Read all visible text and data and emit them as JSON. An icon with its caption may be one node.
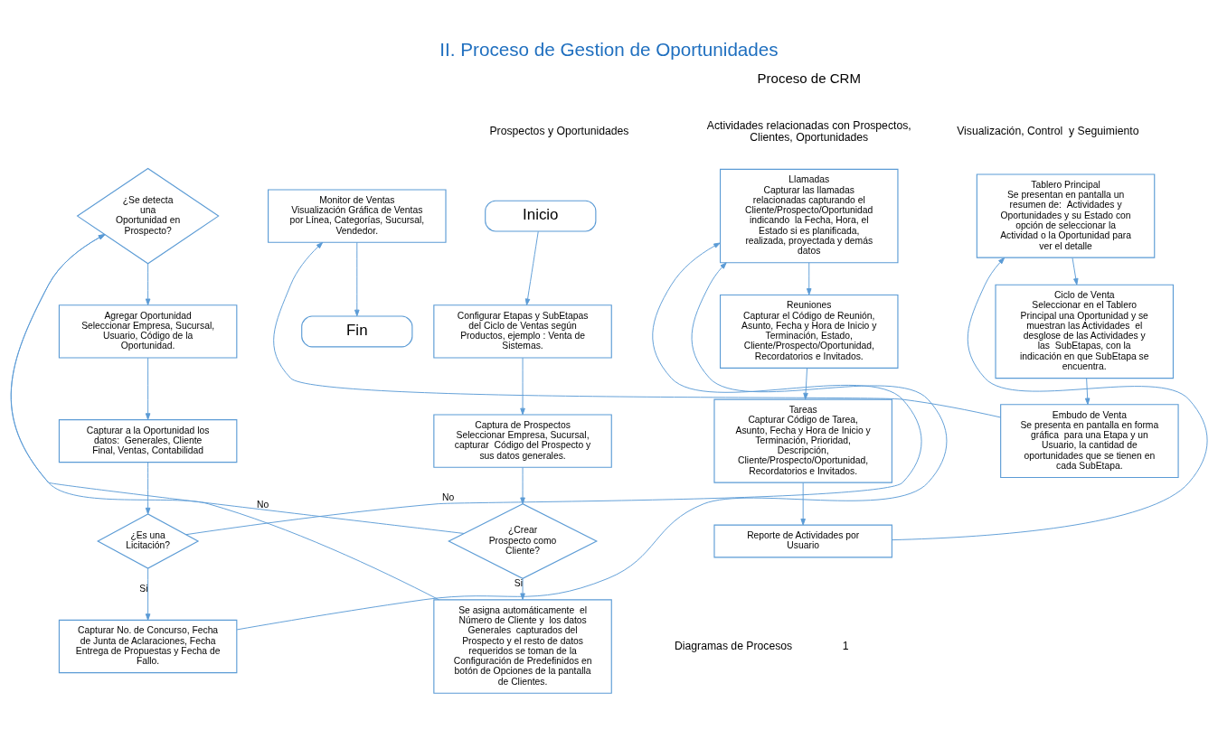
{
  "diagram": {
    "title": "II. Proceso de Gestion de Oportunidades",
    "nodes": [
      {
        "text": [
          "Inicio"
        ]
      },
      {
        "text": [
          "Configurar Etapas y SubEtapas del Ciclo de Ventas según Productos, ejemplo : Venta de Sistemas."
        ]
      },
      {
        "text": [
          "Captura de Prospectos",
          "Seleccionar Empresa, Sucursal, capturar  Código del Prospecto y sus datos generales."
        ]
      },
      {
        "text": [
          "¿Crear Prospecto como Cliente?"
        ]
      },
      {
        "text": [
          "Se asigna automáticamente  el Número de Cliente y  los datos Generales  capturados del Prospecto y el resto de datos requeridos se toman de la Configuración de Predefinidos en botón de Opciones de la pantalla de Clientes."
        ]
      },
      {
        "text": [
          "¿Se detecta una Oportunidad en Prospecto?"
        ]
      },
      {
        "text": [
          "Agregar Oportunidad",
          "Seleccionar Empresa, Sucursal, Usuario, Código de la Oportunidad."
        ]
      },
      {
        "text": [
          "Capturar a la Oportunidad los datos:  Generales, Cliente Final, Ventas, Contabilidad"
        ]
      },
      {
        "text": [
          "¿Es una Licitación?"
        ]
      },
      {
        "text": [
          "Capturar No. de Concurso, Fecha de Junta de Aclaraciones, Fecha Entrega de Propuestas y Fecha de Fallo."
        ]
      },
      {
        "text": [
          "Llamadas",
          "Capturar las llamadas relacionadas capturando el Cliente/Prospecto/Oportunidad indicando  la Fecha, Hora, el Estado si es planificada, realizada, proyectada y demás datos"
        ]
      },
      {
        "text": [
          "Reuniones",
          "Capturar el Código de Reunión, Asunto, Fecha y Hora de Inicio y Terminación, Estado, Cliente/Prospecto/Oportunidad, Recordatorios e Invitados."
        ]
      },
      {
        "text": [
          "Tareas",
          "Capturar Código de Tarea, Asunto, Fecha y Hora de Inicio y Terminación, Prioridad, Descripción, Cliente/Prospecto/Oportunidad, Recordatorios e Invitados."
        ]
      },
      {
        "text": [
          "Reporte de Actividades por Usuario"
        ]
      },
      {
        "text": [
          "Tablero Principal",
          "Se presentan en pantalla un resumen de:  Actividades y Oportunidades y su Estado con opción de seleccionar la Actividad o la Oportunidad para ver el detalle"
        ]
      },
      {
        "text": [
          "Ciclo de Venta",
          "Seleccionar en el Tablero Principal una Oportunidad y se muestran las Actividades  el desglose de las Actividades y las  SubEtapas, con la indicación en que SubEtapa se encuentra."
        ]
      },
      {
        "text": [
          "Embudo de Venta",
          "Se presenta en pantalla en forma gráfica  para una Etapa y un Usuario, la cantidad de oportunidades que se tienen en cada SubEtapa."
        ]
      },
      {
        "text": [
          "Monitor de Ventas",
          "Visualización Gráfica de Ventas por Línea, Categorías, Sucursal, Vendedor."
        ]
      },
      {
        "text": [
          "Fin"
        ]
      }
    ],
    "edges": [
      {
        "from": 0,
        "to": 1,
        "arrow": "to"
      },
      {
        "from": 1,
        "to": 2,
        "arrow": "to"
      },
      {
        "from": 2,
        "to": 3,
        "arrow": "to"
      },
      {
        "from": 3,
        "to": 4,
        "arrow": "to",
        "label": "Si"
      },
      {
        "from": 3,
        "to": 5,
        "arrow": "to",
        "label": "No"
      },
      {
        "from": 4,
        "to": 5,
        "arrow": "to"
      },
      {
        "from": 5,
        "to": 6,
        "arrow": "to"
      },
      {
        "from": 6,
        "to": 7,
        "arrow": "to"
      },
      {
        "from": 7,
        "to": 8,
        "arrow": "to"
      },
      {
        "from": 8,
        "to": 9,
        "arrow": "to",
        "label": "Si"
      },
      {
        "from": 8,
        "to": 10,
        "arrow": "to",
        "label": "No"
      },
      {
        "from": 9,
        "to": 10,
        "arrow": "to"
      },
      {
        "from": 10,
        "to": 11,
        "arrow": "to"
      },
      {
        "from": 11,
        "to": 12,
        "arrow": "to"
      },
      {
        "from": 12,
        "to": 13,
        "arrow": "to"
      },
      {
        "from": 13,
        "to": 14,
        "arrow": "to"
      },
      {
        "from": 14,
        "to": 15,
        "arrow": "to"
      },
      {
        "from": 15,
        "to": 16,
        "arrow": "to"
      },
      {
        "from": 16,
        "to": 17,
        "arrow": "to"
      },
      {
        "from": 17,
        "to": 18,
        "arrow": "to"
      }
    ],
    "labels": [
      "Proceso de CRM",
      "Prospectos y Oportunidades",
      "Actividades relacionadas con Prospectos, Clientes, Oportunidades",
      "Visualización, Control  y Seguimiento",
      "Diagramas de Procesos",
      "1"
    ]
  }
}
